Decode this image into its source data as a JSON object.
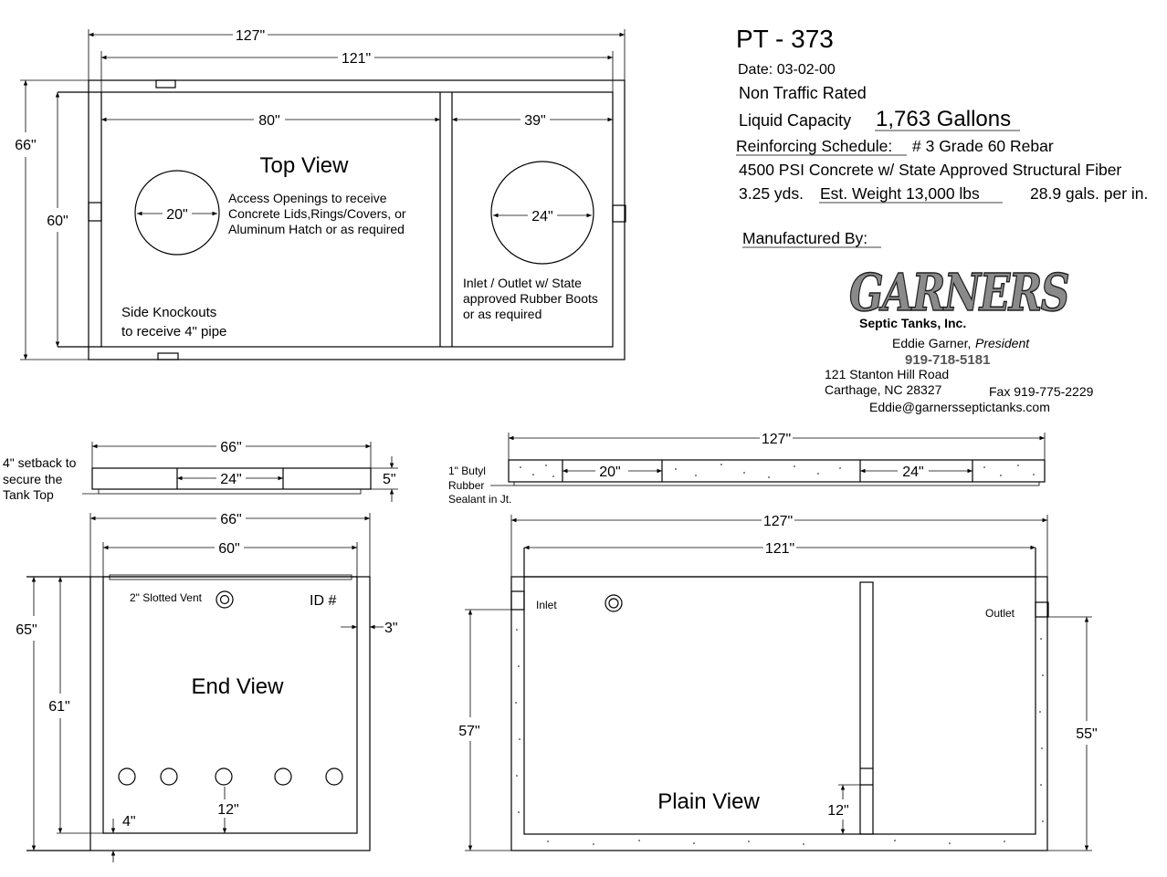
{
  "title": "PT - 373",
  "spec": {
    "date": "Date: 03-02-00",
    "traffic": "Non Traffic Rated",
    "capacity_label": "Liquid Capacity",
    "capacity_value": "1,763 Gallons",
    "reinforcing_label": "Reinforcing Schedule:",
    "reinforcing_value": "# 3 Grade 60 Rebar",
    "concrete": "4500 PSI Concrete w/ State Approved Structural Fiber",
    "yards": "3.25 yds.",
    "weight": "Est. Weight  13,000 lbs",
    "per_inch": "28.9 gals. per in."
  },
  "manufacturer": {
    "label": "Manufactured By:",
    "logo": "GARNERS",
    "company": "Septic Tanks, Inc.",
    "person": "Eddie Garner,",
    "role": "President",
    "phone": "919-718-5181",
    "address1": "121 Stanton Hill Road",
    "address2": "Carthage, NC 28327",
    "fax": "Fax 919-775-2229",
    "email": "Eddie@garnersseptictanks.com"
  },
  "top_view": {
    "title": "Top View",
    "dim_outer": "127\"",
    "dim_inner": "121\"",
    "dim_left_chamber": "80\"",
    "dim_right_chamber": "39\"",
    "dim_height_outer": "66\"",
    "dim_height_inner": "60\"",
    "opening_left": "20\"",
    "opening_right": "24\"",
    "note_access": [
      "Access Openings to receive",
      "Concrete Lids,Rings/Covers, or",
      "Aluminum Hatch or as required"
    ],
    "note_inlet": [
      "Inlet / Outlet w/ State",
      "approved Rubber Boots",
      "or as required"
    ],
    "note_knockouts": [
      "Side Knockouts",
      "to receive 4\" pipe"
    ]
  },
  "end_top": {
    "dim_width": "66\"",
    "dim_inner": "24\"",
    "dim_height": "5\"",
    "note_setback": [
      "4\" setback to",
      "secure the",
      "Tank Top"
    ]
  },
  "end_view": {
    "title": "End View",
    "dim_outer": "66\"",
    "dim_inner": "60\"",
    "dim_height_outer": "65\"",
    "dim_height_inner": "61\"",
    "dim_wall": "3\"",
    "dim_bottom": "4\"",
    "dim_holes": "12\"",
    "vent_label": "2\" Slotted Vent",
    "id_label": "ID #"
  },
  "plain_top": {
    "dim_length": "127\"",
    "dim_opening_left": "20\"",
    "dim_opening_right": "24\"",
    "note_sealant": [
      "1\" Butyl",
      "Rubber",
      "Sealant in Jt."
    ]
  },
  "plain_view": {
    "title": "Plain View",
    "dim_outer": "127\"",
    "dim_inner": "121\"",
    "dim_inlet_height": "57\"",
    "dim_outlet_height": "55\"",
    "dim_baffle": "12\"",
    "inlet_label": "Inlet",
    "outlet_label": "Outlet"
  },
  "colors": {
    "line": "#000000",
    "logo_fill": "#8a8a8a",
    "background": "#ffffff"
  }
}
